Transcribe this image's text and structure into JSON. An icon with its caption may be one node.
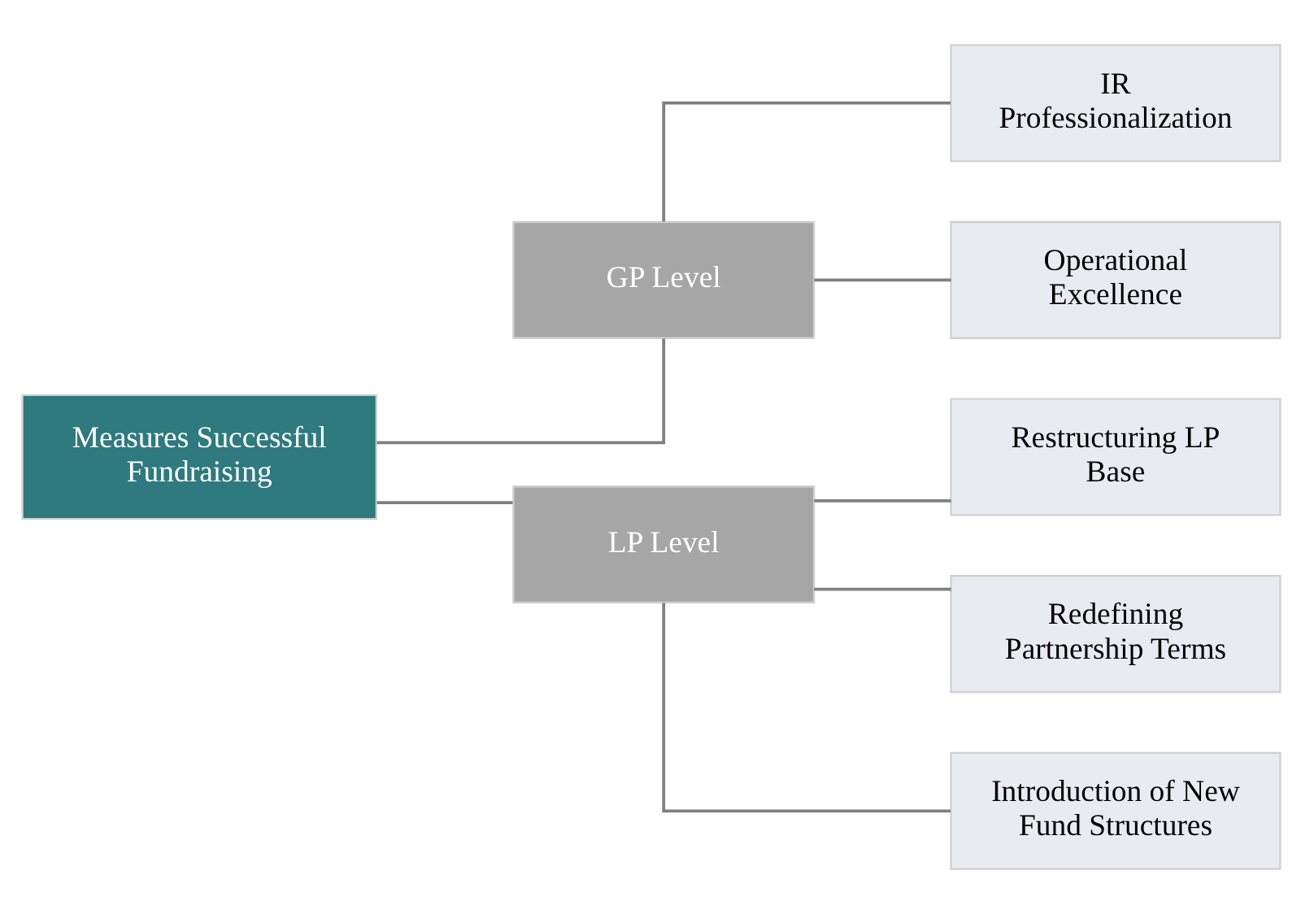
{
  "diagram": {
    "nodes": [
      {
        "text": [
          "Measures Successful Fundraising"
        ]
      },
      {
        "text": [
          "GP Level"
        ]
      },
      {
        "text": [
          "LP Level"
        ]
      },
      {
        "text": [
          "IR Professionalization"
        ]
      },
      {
        "text": [
          "Operational Excellence"
        ]
      },
      {
        "text": [
          "Restructuring LP Base"
        ]
      },
      {
        "text": [
          "Redefining Partnership Terms"
        ]
      },
      {
        "text": [
          "Introduction of New Fund Structures"
        ]
      }
    ],
    "edges": [
      {
        "from": 0,
        "to": 1,
        "arrow": "none"
      },
      {
        "from": 0,
        "to": 2,
        "arrow": "none"
      },
      {
        "from": 1,
        "to": 3,
        "arrow": "none"
      },
      {
        "from": 1,
        "to": 4,
        "arrow": "none"
      },
      {
        "from": 2,
        "to": 5,
        "arrow": "none"
      },
      {
        "from": 2,
        "to": 6,
        "arrow": "none"
      },
      {
        "from": 2,
        "to": 7,
        "arrow": "none"
      }
    ]
  }
}
